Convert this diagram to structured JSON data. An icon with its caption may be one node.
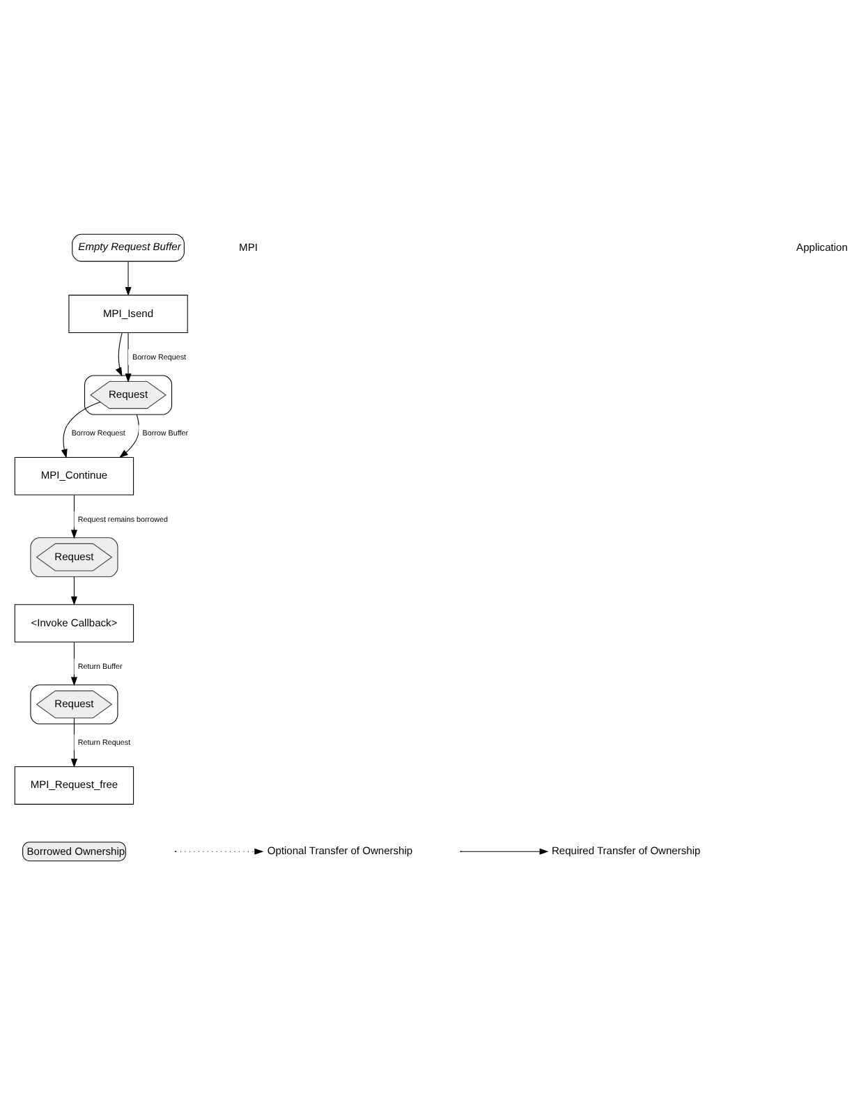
{
  "diagram": {
    "nodes": [
      {
        "text": [
          "Empty Request Buffer"
        ]
      },
      {
        "text": [
          "MPI_Isend"
        ]
      },
      {
        "text": [],
        "shape": "box"
      },
      {
        "text": [
          "Request"
        ],
        "in": 2
      },
      {
        "text": [
          "MPI_Continue"
        ]
      },
      {
        "text": [],
        "shape": "box"
      },
      {
        "text": [
          "Request"
        ],
        "in": 5
      },
      {
        "text": [
          "<Invoke Callback>"
        ]
      },
      {
        "text": [],
        "shape": "box"
      },
      {
        "text": [
          "Request"
        ],
        "in": 8
      },
      {
        "text": [
          "MPI_Request_free"
        ]
      }
    ],
    "edges": [
      {
        "from": 0,
        "to": 1,
        "arrow": "to"
      },
      {
        "from": 1,
        "to": 2,
        "arrow": "to"
      },
      {
        "from": 1,
        "to": 3,
        "arrow": "to",
        "label": "Borrow Request"
      },
      {
        "from": 3,
        "to": 4,
        "arrow": "to",
        "label": "Borrow Request"
      },
      {
        "from": 2,
        "to": 4,
        "arrow": "to",
        "label": "Borrow Buffer"
      },
      {
        "from": 4,
        "to": 5,
        "arrow": "to",
        "label": "Request remains borrowed"
      },
      {
        "from": 5,
        "to": 7,
        "arrow": "to"
      },
      {
        "from": 7,
        "to": 8,
        "arrow": "to",
        "label": "Return Buffer"
      },
      {
        "from": 9,
        "to": 10,
        "arrow": "to",
        "label": "Return Request"
      }
    ],
    "labels": [
      "MPI",
      "Application"
    ],
    "legend": [
      {
        "text": "Borrowed Ownership",
        "color": "#eeeeee"
      },
      {
        "text": "Optional Transfer of Ownership"
      },
      {
        "text": "Required Transfer of Ownership"
      }
    ]
  }
}
